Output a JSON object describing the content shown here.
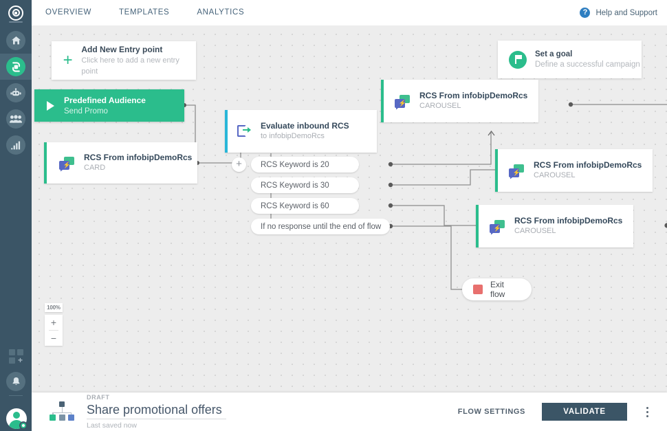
{
  "topbar": {
    "nav": [
      {
        "label": "OVERVIEW",
        "name": "tab-overview"
      },
      {
        "label": "TEMPLATES",
        "name": "tab-templates"
      },
      {
        "label": "ANALYTICS",
        "name": "tab-analytics"
      }
    ],
    "help": {
      "icon": "question-circle-icon",
      "label": "Help and Support"
    }
  },
  "rail": {
    "logo": "target-logo-icon",
    "items": [
      {
        "name": "sidebar-item-home",
        "icon": "home-icon",
        "glyph": "⌂",
        "active": false
      },
      {
        "name": "sidebar-item-flow",
        "icon": "flow-icon",
        "glyph": "⭯",
        "active": true
      },
      {
        "name": "sidebar-item-bot",
        "icon": "robot-icon",
        "glyph": "⚙",
        "active": false
      },
      {
        "name": "sidebar-item-people",
        "icon": "people-icon",
        "glyph": "⚇",
        "active": false
      },
      {
        "name": "sidebar-item-analytics",
        "icon": "bar-chart-icon",
        "glyph": "‖",
        "active": false
      }
    ],
    "apps": {
      "name": "apps-grid-add-icon"
    },
    "bell": {
      "name": "notifications-bell-icon",
      "glyph": "▲"
    },
    "avatar": {
      "name": "user-avatar",
      "badge": "settings-gear-badge-icon"
    }
  },
  "canvas": {
    "entry_card": {
      "icon": "plus-icon",
      "title": "Add New Entry point",
      "subtitle": "Click here to add a new entry point"
    },
    "goal_card": {
      "icon": "flag-icon",
      "title": "Set a goal",
      "subtitle": "Define a successful campaign"
    },
    "audience_node": {
      "icon": "play-icon",
      "title": "Predefined Audience",
      "subtitle": "Send Promo"
    },
    "nodes": [
      {
        "name": "node-rcs-card",
        "icon": "rcs-message-icon",
        "title": "RCS From infobipDemoRcs",
        "subtitle": "CARD",
        "accent": "#2bbd8c"
      },
      {
        "name": "node-evaluate-inbound-rcs",
        "icon": "evaluate-inbound-icon",
        "title": "Evaluate inbound RCS",
        "subtitle": "to infobipDemoRcs",
        "accent": "#29b6d8"
      },
      {
        "name": "node-rcs-carousel-1",
        "icon": "rcs-message-icon",
        "title": "RCS From infobipDemoRcs",
        "subtitle": "CAROUSEL",
        "accent": "#2bbd8c"
      },
      {
        "name": "node-rcs-carousel-2",
        "icon": "rcs-message-icon",
        "title": "RCS From infobipDemoRcs",
        "subtitle": "CAROUSEL",
        "accent": "#2bbd8c"
      },
      {
        "name": "node-rcs-carousel-3",
        "icon": "rcs-message-icon",
        "title": "RCS From infobipDemoRcs",
        "subtitle": "CAROUSEL",
        "accent": "#2bbd8c"
      }
    ],
    "branches": [
      {
        "name": "branch-pill-keyword-20",
        "label": "RCS Keyword is 20"
      },
      {
        "name": "branch-pill-keyword-30",
        "label": "RCS Keyword is 30"
      },
      {
        "name": "branch-pill-keyword-60",
        "label": "RCS Keyword is 60"
      },
      {
        "name": "branch-pill-no-response",
        "label": "If no response until the end of flow"
      }
    ],
    "add_branch_button": {
      "label": "+"
    },
    "exit_node": {
      "label": "Exit flow",
      "color": "#e8706e"
    },
    "zoom": {
      "level": "100%",
      "zoom_in": "+",
      "zoom_out": "−"
    }
  },
  "bottombar": {
    "icon": "flow-tree-icon",
    "status": "DRAFT",
    "flow_name": "Share promotional offers",
    "saved": "Last saved now",
    "flow_settings_label": "FLOW SETTINGS",
    "validate_label": "VALIDATE",
    "more_menu": "kebab-menu-icon"
  }
}
